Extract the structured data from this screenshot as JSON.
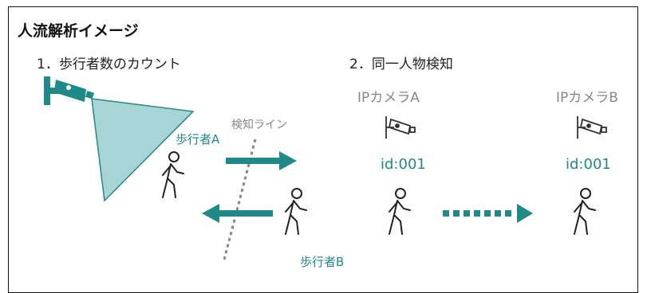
{
  "title": "人流解析イメージ",
  "section1": "1．歩行者数のカウント",
  "section2": "2．同一人物検知",
  "detection_line_label": "検知ライン",
  "pedestrian_a": "歩行者A",
  "pedestrian_b": "歩行者B",
  "camera_a": {
    "label": "IPカメラA",
    "id": "id:001"
  },
  "camera_b": {
    "label": "IPカメラB",
    "id": "id:001"
  },
  "colors": {
    "accent": "#1f8a87",
    "fov": "#a7d5d5",
    "muted": "#888888"
  }
}
